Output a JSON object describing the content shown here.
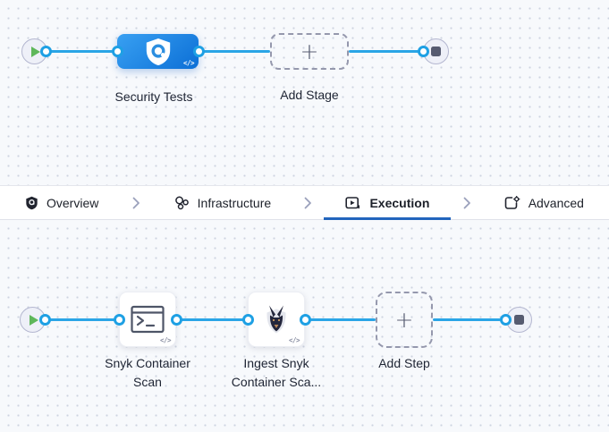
{
  "colors": {
    "edge_blue": "#2aa5e6",
    "stage_node_blue": "#0c6fd6",
    "active_tab_underline": "#2265bd",
    "play_green": "#5eb75a"
  },
  "stage_pipeline": {
    "stage_label": "Security Tests",
    "add_stage_label": "Add Stage"
  },
  "tabs": [
    {
      "label": "Overview",
      "icon": "shield-icon",
      "active": false
    },
    {
      "label": "Infrastructure",
      "icon": "infrastructure-icon",
      "active": false
    },
    {
      "label": "Execution",
      "icon": "execution-icon",
      "active": true
    },
    {
      "label": "Advanced",
      "icon": "advanced-icon",
      "active": false
    }
  ],
  "step_pipeline": {
    "steps": [
      {
        "line1": "Snyk Container",
        "line2": "Scan",
        "icon": "terminal-icon"
      },
      {
        "line1": "Ingest Snyk",
        "line2": "Container Sca...",
        "icon": "snyk-dog-icon"
      }
    ],
    "add_step_label": "Add Step"
  },
  "glyphs": {
    "plus": "+",
    "code_badge": "</>"
  }
}
